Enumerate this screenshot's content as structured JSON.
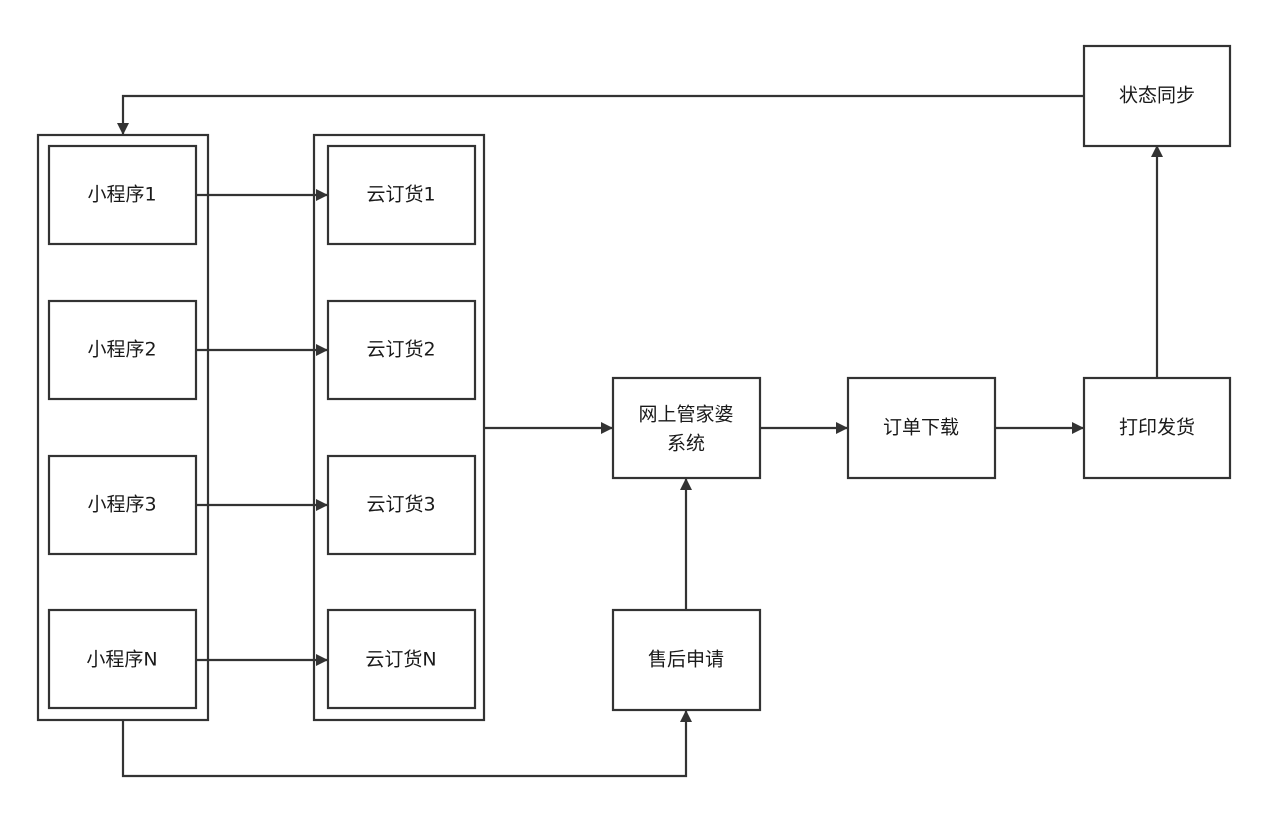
{
  "nodes": {
    "mini1": "小程序1",
    "mini2": "小程序2",
    "mini3": "小程序3",
    "miniN": "小程序N",
    "cloud1": "云订货1",
    "cloud2": "云订货2",
    "cloud3": "云订货3",
    "cloudN": "云订货N",
    "wsgjp_line1": "网上管家婆",
    "wsgjp_line2": "系统",
    "order_download": "订单下载",
    "print_ship": "打印发货",
    "status_sync": "状态同步",
    "after_sales": "售后申请"
  },
  "colors": {
    "stroke": "#333333",
    "fill": "#ffffff",
    "text": "#1a1a1a"
  }
}
